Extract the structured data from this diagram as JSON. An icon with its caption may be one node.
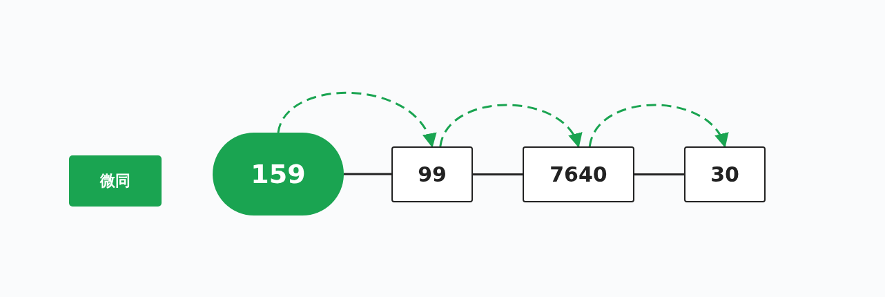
{
  "diagram": {
    "nodes": [
      {
        "text": [
          "微同"
        ]
      },
      {
        "text": [
          "159"
        ]
      },
      {
        "text": [
          "99"
        ]
      },
      {
        "text": [
          "7640"
        ]
      },
      {
        "text": [
          "30"
        ]
      }
    ],
    "edges": [
      {
        "from": 1,
        "to": 2,
        "arrow": "none"
      },
      {
        "from": 2,
        "to": 3,
        "arrow": "none"
      },
      {
        "from": 3,
        "to": 4,
        "arrow": "none"
      },
      {
        "from": 1,
        "to": 2,
        "arrow": "to",
        "style": "dashed",
        "color": "#1aa451"
      },
      {
        "from": 2,
        "to": 3,
        "arrow": "to",
        "style": "dashed",
        "color": "#1aa451"
      },
      {
        "from": 3,
        "to": 4,
        "arrow": "to",
        "style": "dashed",
        "color": "#1aa451"
      }
    ]
  }
}
